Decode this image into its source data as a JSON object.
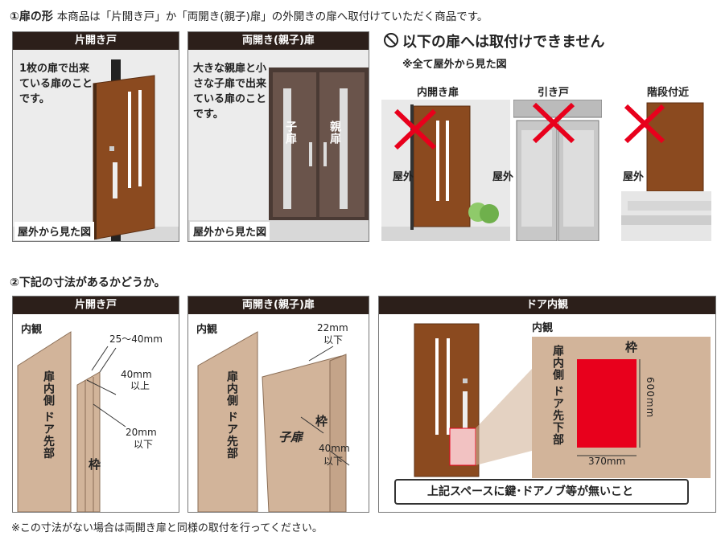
{
  "section1": {
    "heading": "①扉の形",
    "description": "本商品は「片開き戸」か「両開き(親子)扉」の外開きの扉へ取付けていただく商品です。",
    "panels": [
      {
        "title": "片開き戸",
        "text": "1枚の扉で出来ている扉のことです。",
        "caption": "屋外から見た図"
      },
      {
        "title": "両開き(親子)扉",
        "text": "大きな親扉と小さな子扉で出来ている扉のことです。",
        "caption": "屋外から見た図",
        "label_child": "子扉",
        "label_parent": "親扉"
      }
    ],
    "cannot": {
      "title": "以下の扉へは取付けできません",
      "note": "※全て屋外から見た図",
      "items": [
        {
          "label": "内開き扉",
          "outside": "屋外"
        },
        {
          "label": "引き戸",
          "outside": "屋外"
        },
        {
          "label": "階段付近",
          "outside": "屋外"
        }
      ]
    }
  },
  "section2": {
    "heading": "②下記の寸法があるかどうか。",
    "panels": [
      {
        "title": "片開き戸",
        "interior": "内観",
        "door_label": "扉内側 ドア先部",
        "frame_label": "枠",
        "dim1": "25～40mm",
        "dim2": "40mm",
        "dim2_note": "以上",
        "dim3": "20mm",
        "dim3_note": "以下"
      },
      {
        "title": "両開き(親子)扉",
        "interior": "内観",
        "door_label": "扉内側 ドア先部",
        "child_label": "子扉",
        "frame_label": "枠",
        "dim1": "22mm",
        "dim1_note": "以下",
        "dim2": "40mm",
        "dim2_note": "以下"
      },
      {
        "title": "ドア内観",
        "interior": "内観",
        "frame_label": "枠",
        "area_label": "扉内側 ドア先下部",
        "height": "600mm",
        "width": "370mm",
        "notice": "上記スペースに鍵･ドアノブ等が無いこと"
      }
    ],
    "footnote": "※この寸法がない場合は両開き扉と同様の取付を行ってください。"
  },
  "colors": {
    "door_brown": "#8b4a1f",
    "title_bar": "#2c1f1a",
    "prohibit_red": "#e8001c",
    "wall": "#d2b49a"
  }
}
